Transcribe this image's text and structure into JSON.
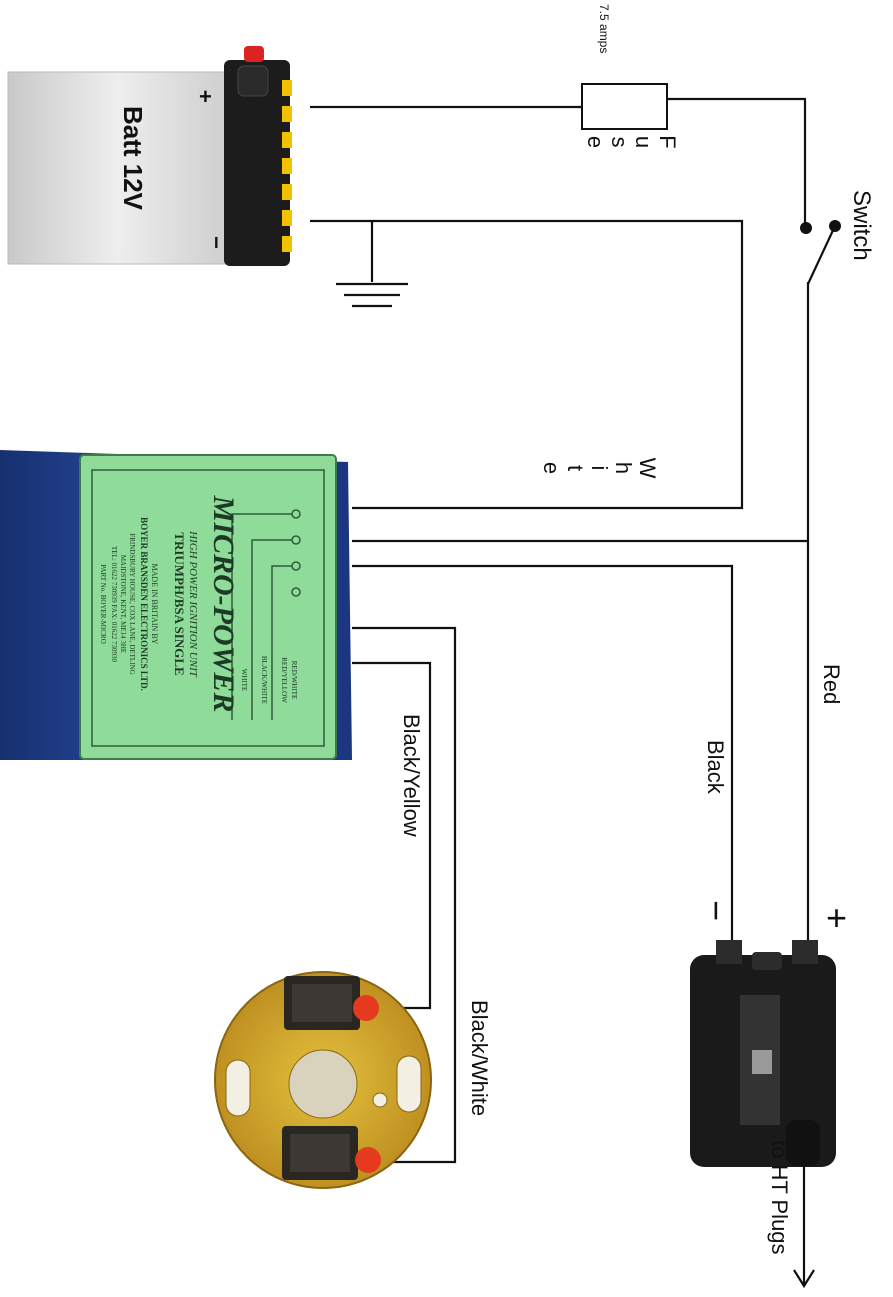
{
  "battery": {
    "label": "Batt 12V",
    "plus": "+",
    "minus": "−"
  },
  "fuse": {
    "label": "Fuse",
    "rating": "7.5 amps"
  },
  "switch": {
    "label": "Switch"
  },
  "ignition_unit": {
    "brand": "MICRO-POWER",
    "subtitle": "HIGH POWER IGNITION UNIT",
    "model": "TRIUMPH/BSA SINGLE",
    "made_in": "MADE IN BRITAIN BY",
    "maker": "BOYER BRANSDEN ELECTRONICS LTD.",
    "address1": "FRINDSBURY HOUSE, COX LANE, DETLING",
    "address2": "MAIDSTONE, KENT, ME14 3HE",
    "phone": "TEL: 01622 730939  FAX: 01622 730930",
    "part": "PART No. BOYER-MICRO",
    "terminals": [
      "RED/WHITE",
      "RED/YELLOW",
      "BLACK/WHITE",
      "WHITE"
    ]
  },
  "wires": {
    "white": "White",
    "red": "Red",
    "black": "Black",
    "black_yellow": "Black/Yellow",
    "black_white": "Black/White"
  },
  "coil": {
    "plus": "+",
    "minus": "−",
    "output": "to HT Plugs"
  },
  "colors": {
    "wire": "#111111",
    "battery_case": "#d9d9d9",
    "battery_terminal": "#f2c200",
    "box_blue": "#1f3b8a",
    "box_label": "#8fdc9a",
    "stator_plate": "#c9a22a",
    "coil_body": "#1a1a1a",
    "lead_tip": "#e63a1e"
  }
}
